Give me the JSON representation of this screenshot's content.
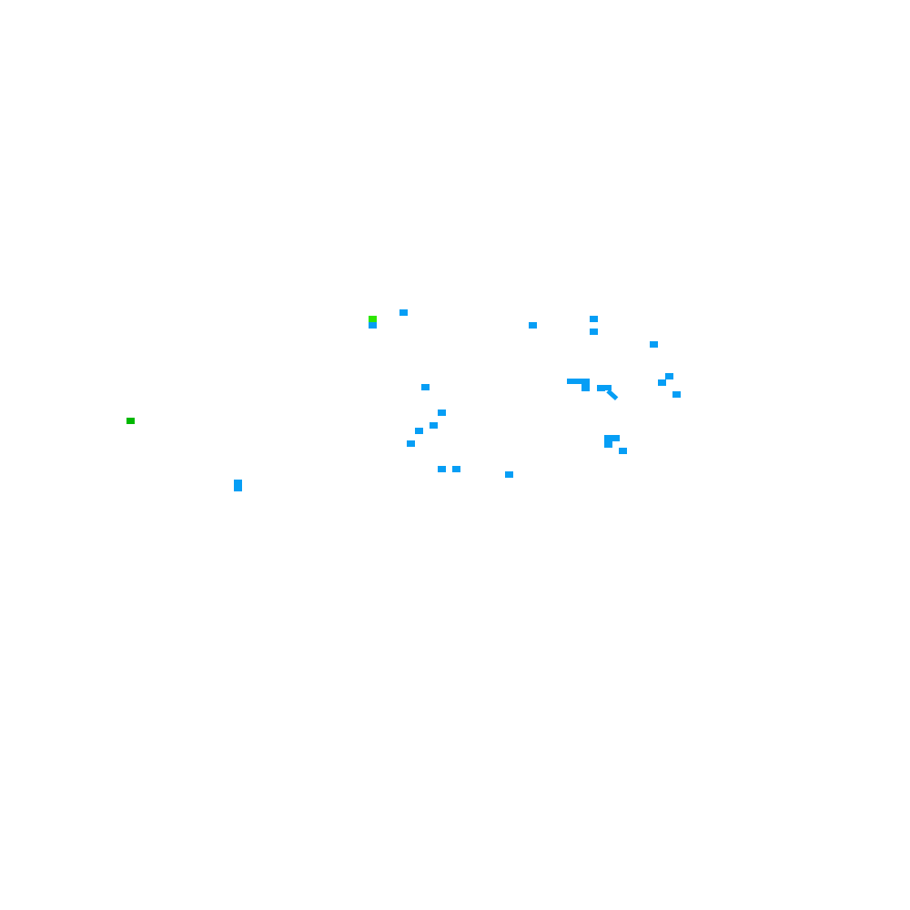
{
  "colors": {
    "background": "#ffffff",
    "blue": "#069ef5",
    "green": "#00b800",
    "bright_green": "#2ee600"
  },
  "markers": [
    {
      "color": "blue"
    },
    {
      "color": "bright_green"
    },
    {
      "color": "blue"
    },
    {
      "color": "blue"
    },
    {
      "color": "blue"
    },
    {
      "color": "blue"
    },
    {
      "color": "blue"
    },
    {
      "color": "blue"
    },
    {
      "color": "blue"
    },
    {
      "color": "blue"
    },
    {
      "color": "blue"
    },
    {
      "color": "blue"
    },
    {
      "color": "blue"
    },
    {
      "color": "blue"
    },
    {
      "color": "blue"
    },
    {
      "color": "blue"
    },
    {
      "color": "blue"
    },
    {
      "color": "blue"
    },
    {
      "color": "blue"
    },
    {
      "color": "blue"
    },
    {
      "color": "blue"
    },
    {
      "color": "blue"
    },
    {
      "color": "blue"
    },
    {
      "color": "blue"
    },
    {
      "color": "blue"
    },
    {
      "color": "green"
    },
    {
      "color": "blue"
    },
    {
      "color": "blue"
    }
  ],
  "strokes": [
    {
      "color": "blue"
    },
    {
      "color": "blue"
    },
    {
      "color": "blue"
    }
  ]
}
